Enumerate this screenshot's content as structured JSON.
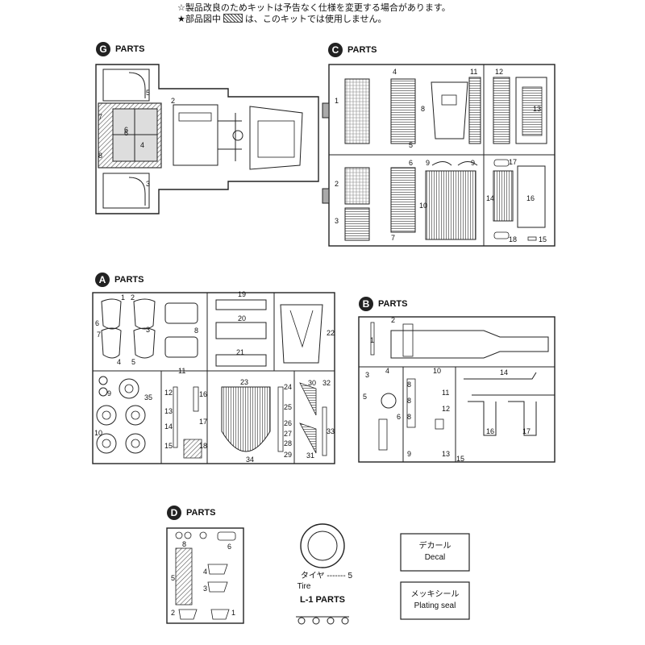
{
  "notes": {
    "line1": "☆製品改良のためキットは予告なく仕様を変更する場合があります。",
    "line2": "★部品図中",
    "line2_suffix": "は、このキットでは使用しません。"
  },
  "sections": {
    "g": {
      "letter": "G",
      "label": "PARTS",
      "numbers": [
        "5",
        "2",
        "7",
        "6",
        "4",
        "6",
        "8",
        "3"
      ]
    },
    "c": {
      "letter": "C",
      "label": "PARTS",
      "numbers": [
        "4",
        "1",
        "5",
        "8",
        "11",
        "12",
        "13",
        "6",
        "2",
        "3",
        "7",
        "9",
        "9",
        "10",
        "17",
        "14",
        "16",
        "18",
        "15"
      ]
    },
    "a": {
      "letter": "A",
      "label": "PARTS",
      "numbers": [
        "1",
        "2",
        "6",
        "7",
        "3",
        "8",
        "4",
        "5",
        "19",
        "20",
        "21",
        "22",
        "11",
        "12",
        "9",
        "35",
        "13",
        "14",
        "10",
        "15",
        "16",
        "17",
        "18",
        "23",
        "24",
        "25",
        "26",
        "27",
        "28",
        "29",
        "34",
        "30",
        "32",
        "33",
        "31"
      ]
    },
    "b": {
      "letter": "B",
      "label": "PARTS",
      "numbers": [
        "2",
        "1",
        "3",
        "4",
        "10",
        "14",
        "5",
        "6",
        "8",
        "8",
        "8",
        "11",
        "12",
        "9",
        "13",
        "15",
        "16",
        "17"
      ]
    },
    "d": {
      "letter": "D",
      "label": "PARTS",
      "numbers": [
        "8",
        "6",
        "4",
        "5",
        "3",
        "2",
        "1"
      ]
    }
  },
  "tire": {
    "jp": "タイヤ",
    "dashes": "-------",
    "num": "5",
    "en": "Tire"
  },
  "l1": {
    "label": "L-1 PARTS"
  },
  "decal": {
    "jp": "デカール",
    "en": "Decal"
  },
  "plating": {
    "jp": "メッキシール",
    "en": "Plating seal"
  }
}
